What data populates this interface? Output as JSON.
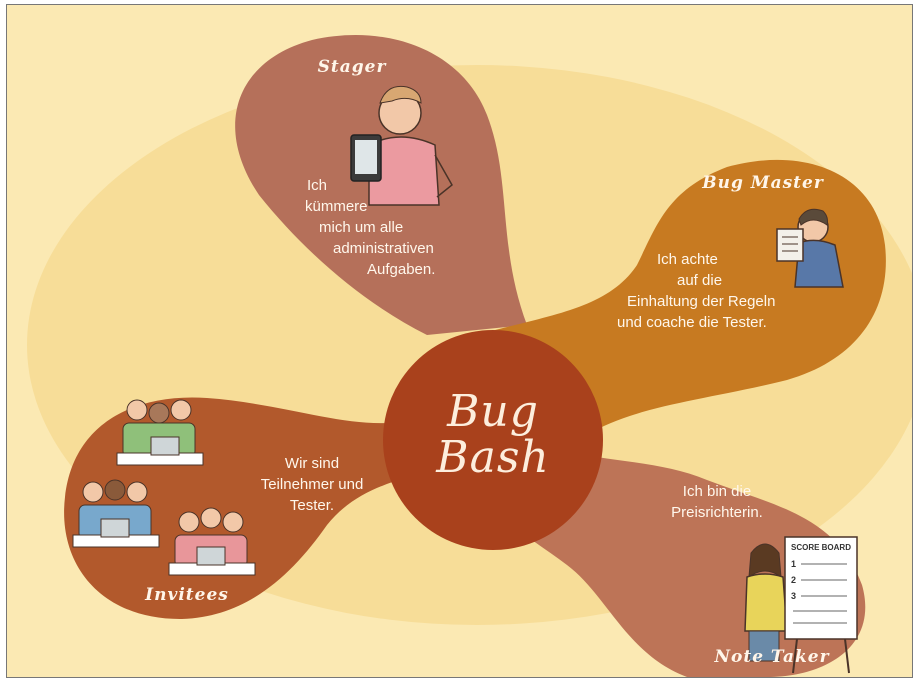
{
  "center": {
    "line1": "Bug",
    "line2": "Bash"
  },
  "stager": {
    "title": "Stager",
    "text": [
      "Ich",
      "kümmere",
      "mich um alle",
      "administrativen",
      "Aufgaben."
    ]
  },
  "bug_master": {
    "title": "Bug Master",
    "text": [
      "Ich achte",
      "auf die",
      "Einhaltung der Regeln",
      "und coache die Tester."
    ]
  },
  "invitees": {
    "title": "Invitees",
    "text": [
      "Wir sind",
      "Teilnehmer und",
      "Tester."
    ]
  },
  "note_taker": {
    "title": "Note Taker",
    "text": [
      "Ich bin die",
      "Preisrichterin."
    ],
    "board": {
      "heading": "SCORE BOARD",
      "rows": [
        "1",
        "2",
        "3"
      ]
    }
  },
  "colors": {
    "background": "#fbe9b3",
    "halo": "#f7dd98",
    "stager": "#b5705a",
    "bug_master": "#c77a21",
    "invitees": "#b2592c",
    "note_taker": "#bd7457",
    "center": "#a9411c"
  }
}
